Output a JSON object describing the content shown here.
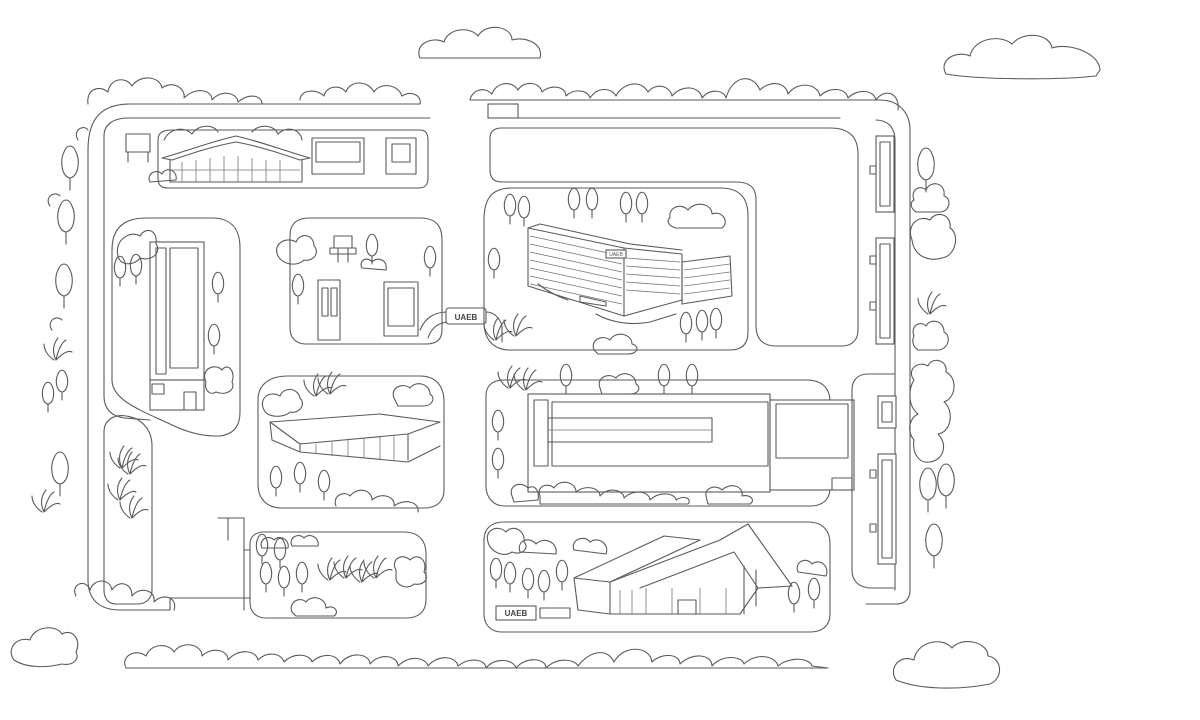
{
  "map": {
    "style": "line-art campus map",
    "stroke_color": "#5a5a5a",
    "background_color": "#ffffff"
  },
  "signs": {
    "walkway_sign": "UAEB",
    "tower_sign": "UAEB",
    "entrance_sign": "UAEB"
  }
}
